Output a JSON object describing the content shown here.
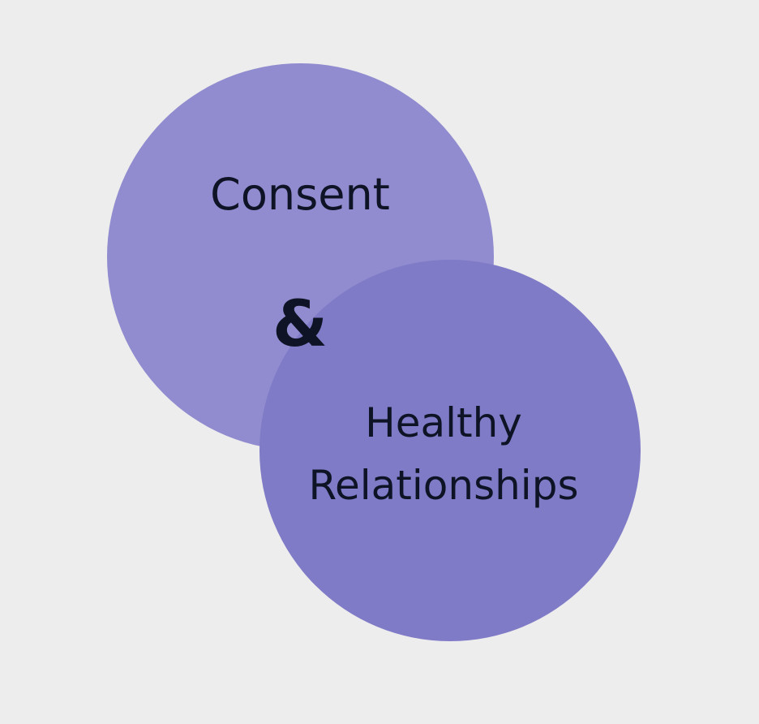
{
  "diagram": {
    "circles": [
      {
        "id": "top",
        "label": "Consent",
        "color": "#918ccf"
      },
      {
        "id": "bottom",
        "label_lines": [
          "Healthy",
          "Relationships"
        ],
        "color": "#807bc7"
      }
    ],
    "connector": "&"
  }
}
